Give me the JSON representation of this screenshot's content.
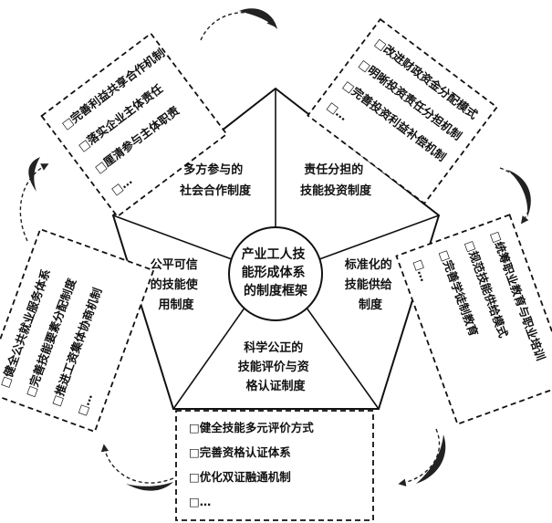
{
  "center": {
    "lines": [
      "产业工人技",
      "能形成体系",
      "的制度框架"
    ]
  },
  "segments": {
    "top_left": [
      "多方参与的",
      "社会合作制度"
    ],
    "top_right": [
      "责任分担的",
      "技能投资制度"
    ],
    "right": [
      "标准化的",
      "技能供给",
      "制度"
    ],
    "bottom": [
      "科学公正的",
      "技能评价与资",
      "格认证制度"
    ],
    "left": [
      "公平可信",
      "的技能使",
      "用制度"
    ]
  },
  "boxes": {
    "top_left": [
      "□完善利益共享合作机制",
      "□落实企业主体责任",
      "□厘清参与主体职责",
      "□…"
    ],
    "top_right": [
      "□改进财政资金分配模式",
      "□明晰投资责任分担机制",
      "□完善投资利益补偿机制",
      "□…"
    ],
    "right": [
      "□统筹职业教育与职业培训",
      "□规范技能供给模式",
      "□完善学徒制教育",
      "□…"
    ],
    "bottom": [
      "□健全技能多元评价方式",
      "□完善资格认证体系",
      "□优化双证融通机制",
      "□…"
    ],
    "left": [
      "□健全公共就业服务体系",
      "□完善技能要素分配制度",
      "□推进工资集体协商机制",
      "□…"
    ]
  }
}
